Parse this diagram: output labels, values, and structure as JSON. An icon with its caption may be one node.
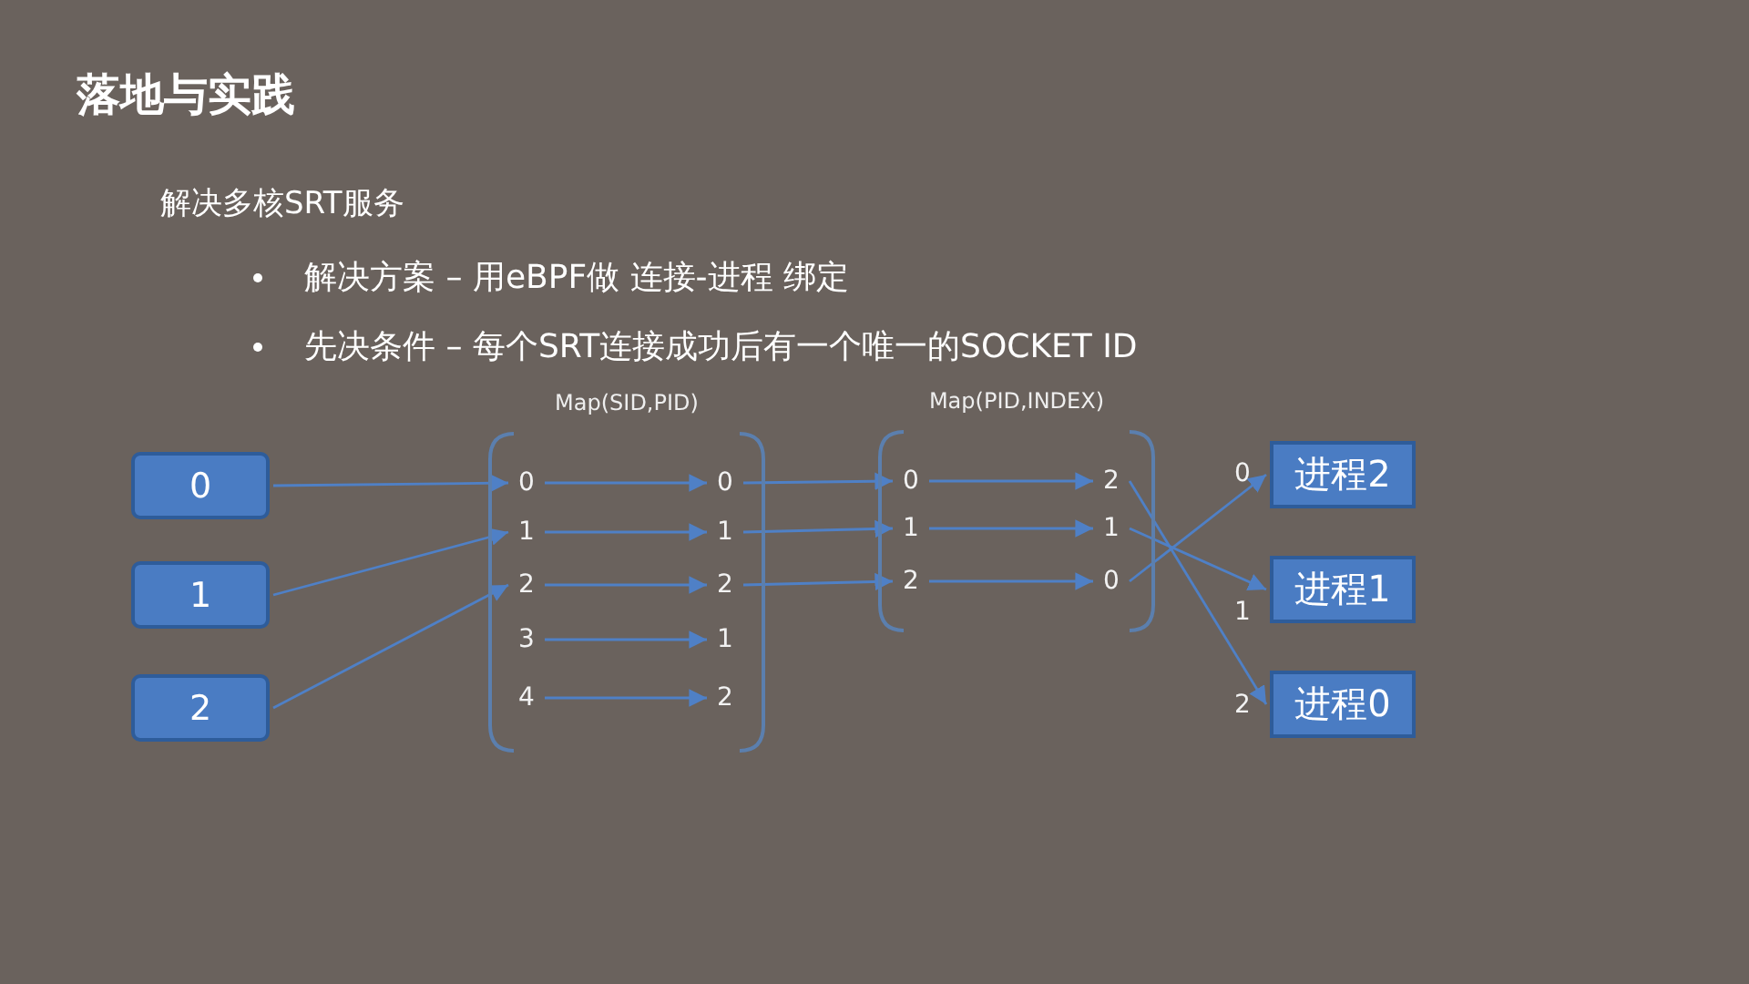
{
  "diagram": {
    "title": "落地与实践",
    "nodes": [
      {
        "text": [
          "0"
        ]
      },
      {
        "text": [
          "1"
        ]
      },
      {
        "text": [
          "2"
        ]
      },
      {
        "text": [
          "Map(SID,PID)"
        ]
      },
      {
        "text": [
          "0"
        ],
        "in": 3
      },
      {
        "text": [
          "1"
        ],
        "in": 3
      },
      {
        "text": [
          "2"
        ],
        "in": 3
      },
      {
        "text": [
          "3"
        ],
        "in": 3
      },
      {
        "text": [
          "4"
        ],
        "in": 3
      },
      {
        "text": [
          "0"
        ],
        "in": 3
      },
      {
        "text": [
          "1"
        ],
        "in": 3
      },
      {
        "text": [
          "2"
        ],
        "in": 3
      },
      {
        "text": [
          "1"
        ],
        "in": 3
      },
      {
        "text": [
          "2"
        ],
        "in": 3
      },
      {
        "text": [
          "Map(PID,INDEX)"
        ]
      },
      {
        "text": [
          "0"
        ],
        "in": 14
      },
      {
        "text": [
          "1"
        ],
        "in": 14
      },
      {
        "text": [
          "2"
        ],
        "in": 14
      },
      {
        "text": [
          "2"
        ],
        "in": 14
      },
      {
        "text": [
          "1"
        ],
        "in": 14
      },
      {
        "text": [
          "0"
        ],
        "in": 14
      },
      {
        "text": [
          "进程2"
        ],
        "beside": [
          "0"
        ]
      },
      {
        "text": [
          "进程1"
        ],
        "beside": [
          "1"
        ]
      },
      {
        "text": [
          "进程0"
        ],
        "beside": [
          "2"
        ]
      }
    ],
    "edges": [
      {
        "from": 0,
        "to": 4,
        "arrow": "to"
      },
      {
        "from": 1,
        "to": 5,
        "arrow": "to"
      },
      {
        "from": 2,
        "to": 6,
        "arrow": "to"
      },
      {
        "from": 4,
        "to": 9,
        "arrow": "to"
      },
      {
        "from": 5,
        "to": 10,
        "arrow": "to"
      },
      {
        "from": 6,
        "to": 11,
        "arrow": "to"
      },
      {
        "from": 7,
        "to": 12,
        "arrow": "to"
      },
      {
        "from": 8,
        "to": 13,
        "arrow": "to"
      },
      {
        "from": 9,
        "to": 15,
        "arrow": "to"
      },
      {
        "from": 10,
        "to": 16,
        "arrow": "to"
      },
      {
        "from": 11,
        "to": 17,
        "arrow": "to"
      },
      {
        "from": 15,
        "to": 18,
        "arrow": "to"
      },
      {
        "from": 16,
        "to": 19,
        "arrow": "to"
      },
      {
        "from": 17,
        "to": 20,
        "arrow": "to"
      },
      {
        "from": 18,
        "to": 23,
        "arrow": "to"
      },
      {
        "from": 19,
        "to": 22,
        "arrow": "to"
      },
      {
        "from": 20,
        "to": 21,
        "arrow": "to"
      }
    ],
    "labels": [
      "解决多核SRT服务",
      "解决方案 – 用eBPF做 连接-进程 绑定",
      "先决条件 – 每个SRT连接成功后有一个唯一的SOCKET ID"
    ]
  }
}
